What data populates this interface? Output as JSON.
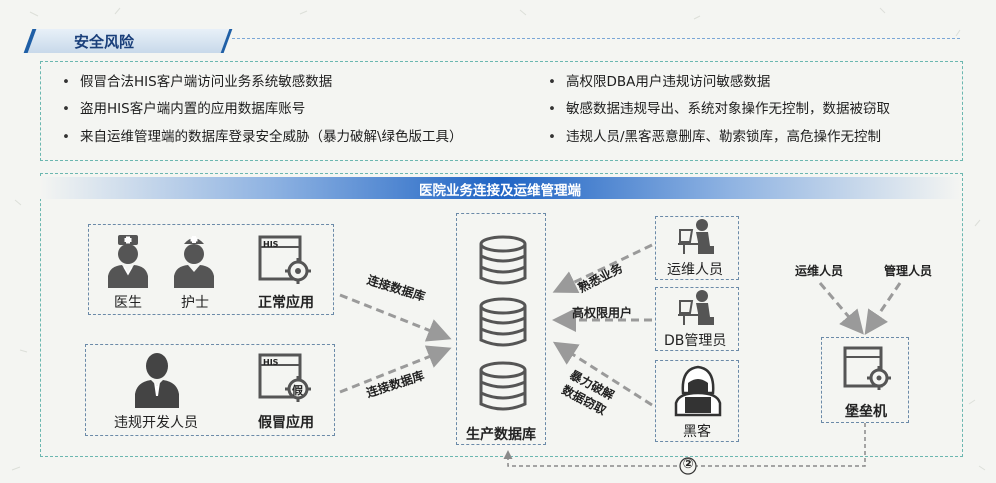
{
  "header": {
    "title": "安全风险"
  },
  "risks_left": [
    "假冒合法HIS客户端访问业务系统敏感数据",
    "盗用HIS客户端内置的应用数据库账号",
    "来自运维管理端的数据库登录安全威胁（暴力破解\\绿色版工具）"
  ],
  "risks_right": [
    "高权限DBA用户违规访问敏感数据",
    "敏感数据违规导出、系统对象操作无控制，数据被窃取",
    "违规人员/黑客恶意删库、勒索锁库，高危操作无控制"
  ],
  "bullet": "•",
  "section": {
    "title": "医院业务连接及运维管理端"
  },
  "actors": {
    "doctor": "医生",
    "nurse": "护士",
    "normal_app": "正常应用",
    "violator": "违规开发人员",
    "fake_app": "假冒应用",
    "ops_person": "运维人员",
    "dba": "DB管理员",
    "hacker": "黑客",
    "ops_person2": "运维人员",
    "admin": "管理人员",
    "bastion": "堡垒机",
    "database": "生产数据库"
  },
  "icons": {
    "his": "HIS",
    "fake_mark": "假",
    "step": "②"
  },
  "edges": {
    "connect1": "连接数据库",
    "connect2": "连接数据库",
    "familiar": "熟悉业务",
    "high_priv": "高权限用户",
    "brute_1": "暴力破解",
    "brute_2": "数据窃取"
  },
  "colors": {
    "accent": "#1f64c4",
    "gray_arrow": "#9a9a9a",
    "icon_gray": "#555555"
  }
}
